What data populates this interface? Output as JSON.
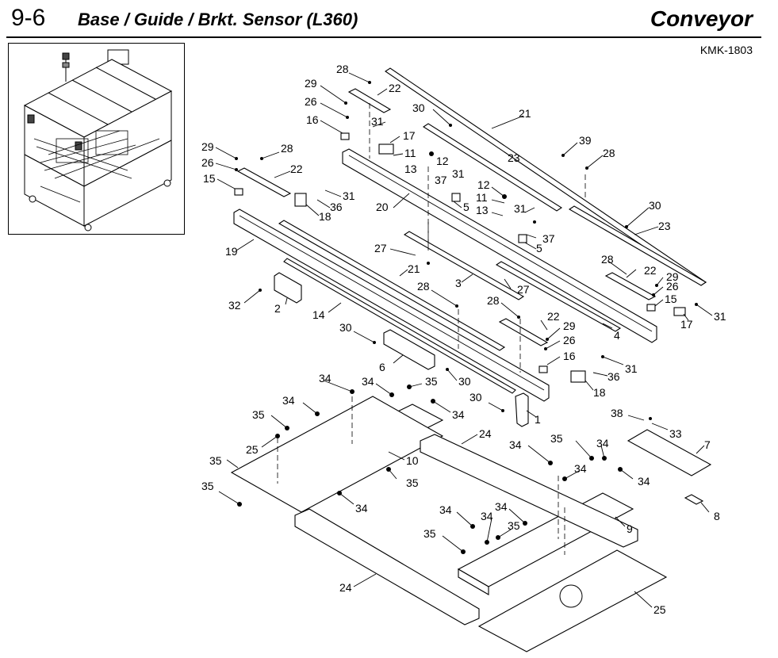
{
  "header": {
    "section_number": "9-6",
    "title": "Base / Guide / Brkt. Sensor (L360)",
    "section_name": "Conveyor",
    "model_code": "KMK-1803"
  },
  "callouts": [
    {
      "id": "c1",
      "label": "28"
    },
    {
      "id": "c2",
      "label": "22"
    },
    {
      "id": "c3",
      "label": "29"
    },
    {
      "id": "c4",
      "label": "26"
    },
    {
      "id": "c5",
      "label": "16"
    },
    {
      "id": "c6",
      "label": "31"
    },
    {
      "id": "c7",
      "label": "17"
    },
    {
      "id": "c8",
      "label": "11"
    },
    {
      "id": "c9",
      "label": "30"
    },
    {
      "id": "c10",
      "label": "21"
    },
    {
      "id": "c11",
      "label": "12"
    },
    {
      "id": "c12",
      "label": "13"
    },
    {
      "id": "c13",
      "label": "37"
    },
    {
      "id": "c14",
      "label": "31"
    },
    {
      "id": "c15",
      "label": "23"
    },
    {
      "id": "c16",
      "label": "39"
    },
    {
      "id": "c17",
      "label": "28"
    },
    {
      "id": "c18",
      "label": "29"
    },
    {
      "id": "c19",
      "label": "28"
    },
    {
      "id": "c20",
      "label": "26"
    },
    {
      "id": "c21",
      "label": "22"
    },
    {
      "id": "c22",
      "label": "15"
    },
    {
      "id": "c23",
      "label": "31"
    },
    {
      "id": "c24",
      "label": "36"
    },
    {
      "id": "c25",
      "label": "18"
    },
    {
      "id": "c26",
      "label": "20"
    },
    {
      "id": "c27",
      "label": "5"
    },
    {
      "id": "c28",
      "label": "12"
    },
    {
      "id": "c29",
      "label": "11"
    },
    {
      "id": "c30",
      "label": "13"
    },
    {
      "id": "c31",
      "label": "31"
    },
    {
      "id": "c32",
      "label": "30"
    },
    {
      "id": "c33",
      "label": "23"
    },
    {
      "id": "c34",
      "label": "37"
    },
    {
      "id": "c35",
      "label": "5"
    },
    {
      "id": "c36",
      "label": "19"
    },
    {
      "id": "c37",
      "label": "27"
    },
    {
      "id": "c38",
      "label": "21"
    },
    {
      "id": "c39",
      "label": "3"
    },
    {
      "id": "c40",
      "label": "27"
    },
    {
      "id": "c41",
      "label": "28"
    },
    {
      "id": "c42",
      "label": "22"
    },
    {
      "id": "c43",
      "label": "29"
    },
    {
      "id": "c44",
      "label": "26"
    },
    {
      "id": "c45",
      "label": "15"
    },
    {
      "id": "c46",
      "label": "32"
    },
    {
      "id": "c47",
      "label": "2"
    },
    {
      "id": "c48",
      "label": "14"
    },
    {
      "id": "c49",
      "label": "28"
    },
    {
      "id": "c50",
      "label": "28"
    },
    {
      "id": "c51",
      "label": "17"
    },
    {
      "id": "c52",
      "label": "31"
    },
    {
      "id": "c53",
      "label": "4"
    },
    {
      "id": "c54",
      "label": "30"
    },
    {
      "id": "c55",
      "label": "22"
    },
    {
      "id": "c56",
      "label": "29"
    },
    {
      "id": "c57",
      "label": "26"
    },
    {
      "id": "c58",
      "label": "6"
    },
    {
      "id": "c59",
      "label": "16"
    },
    {
      "id": "c60",
      "label": "31"
    },
    {
      "id": "c61",
      "label": "36"
    },
    {
      "id": "c62",
      "label": "30"
    },
    {
      "id": "c63",
      "label": "18"
    },
    {
      "id": "c64",
      "label": "34"
    },
    {
      "id": "c65",
      "label": "34"
    },
    {
      "id": "c66",
      "label": "35"
    },
    {
      "id": "c67",
      "label": "30"
    },
    {
      "id": "c68",
      "label": "1"
    },
    {
      "id": "c69",
      "label": "34"
    },
    {
      "id": "c70",
      "label": "34"
    },
    {
      "id": "c71",
      "label": "38"
    },
    {
      "id": "c72",
      "label": "33"
    },
    {
      "id": "c73",
      "label": "35"
    },
    {
      "id": "c74",
      "label": "24"
    },
    {
      "id": "c75",
      "label": "7"
    },
    {
      "id": "c76",
      "label": "34"
    },
    {
      "id": "c77",
      "label": "10"
    },
    {
      "id": "c78",
      "label": "35"
    },
    {
      "id": "c79",
      "label": "34"
    },
    {
      "id": "c80",
      "label": "34"
    },
    {
      "id": "c81",
      "label": "25"
    },
    {
      "id": "c82",
      "label": "35"
    },
    {
      "id": "c83",
      "label": "34"
    },
    {
      "id": "c84",
      "label": "35"
    },
    {
      "id": "c85",
      "label": "35"
    },
    {
      "id": "c86",
      "label": "34"
    },
    {
      "id": "c87",
      "label": "8"
    },
    {
      "id": "c88",
      "label": "34"
    },
    {
      "id": "c89",
      "label": "34"
    },
    {
      "id": "c90",
      "label": "34"
    },
    {
      "id": "c91",
      "label": "35"
    },
    {
      "id": "c92",
      "label": "9"
    },
    {
      "id": "c93",
      "label": "35"
    },
    {
      "id": "c94",
      "label": "24"
    },
    {
      "id": "c95",
      "label": "25"
    }
  ]
}
